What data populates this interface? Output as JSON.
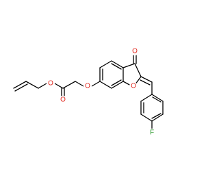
{
  "colors": {
    "bond": "#000000",
    "oxygen": "#e0241b",
    "fluorine": "#2f9a2f",
    "background": "#ffffff"
  },
  "atoms": {
    "ester_o": "O",
    "carbonyl_o_ester": "O",
    "ether_o": "O",
    "ring_o": "O",
    "ketone_o": "O",
    "fluorine": "F"
  }
}
